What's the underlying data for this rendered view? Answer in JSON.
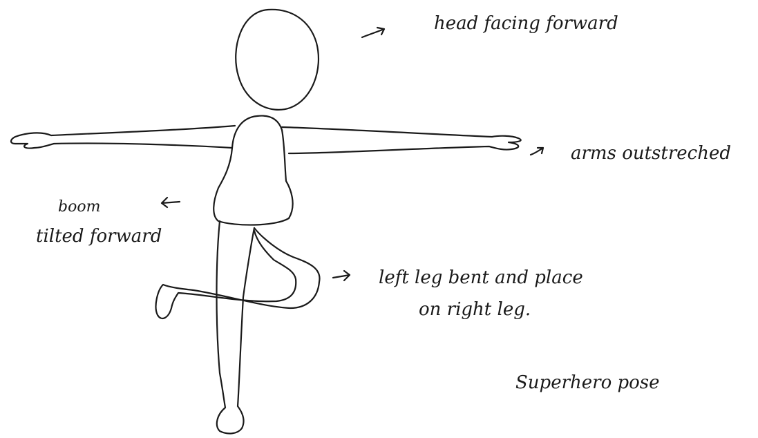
{
  "annotations": {
    "head": "head facing forward",
    "arms": "arms    outstreched",
    "body_line1": "boom",
    "body_line2": "tilted forward",
    "leg_line1": "left leg  bent and place",
    "leg_line2": "on right leg.",
    "pose_title": "Superhero pose"
  },
  "ink_color": "#1a1a1a",
  "background_color": "#ffffff"
}
